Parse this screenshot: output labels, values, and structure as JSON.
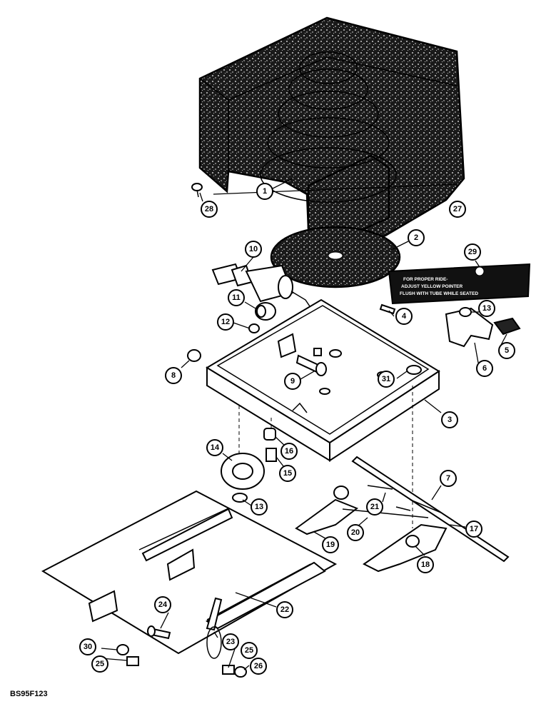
{
  "figure_code": "BS95F123",
  "decal_text": [
    "FOR PROPER RIDE-",
    "ADJUST YELLOW POINTER",
    "FLUSH WITH TUBE WHILE SEATED"
  ],
  "callouts": {
    "c1": "1",
    "c2": "2",
    "c3": "3",
    "c4": "4",
    "c5": "5",
    "c6": "6",
    "c7": "7",
    "c8": "8",
    "c9": "9",
    "c10": "10",
    "c11": "11",
    "c12": "12",
    "c13a": "13",
    "c13b": "13",
    "c14": "14",
    "c15": "15",
    "c16": "16",
    "c17": "17",
    "c18": "18",
    "c19": "19",
    "c20": "20",
    "c21": "21",
    "c22": "22",
    "c23": "23",
    "c24": "24",
    "c25a": "25",
    "c25b": "25",
    "c26": "26",
    "c27": "27",
    "c28": "28",
    "c29": "29",
    "c30": "30",
    "c31": "31"
  }
}
